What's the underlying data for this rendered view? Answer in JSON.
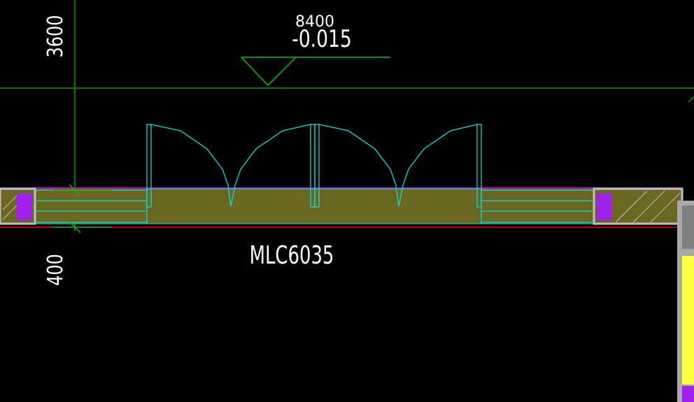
{
  "drawing": {
    "dimension_top": "8400",
    "level_mark": "-0.015",
    "dimension_left_upper": "3600",
    "dimension_left_lower": "400",
    "window_tag": "MLC6035"
  },
  "colors": {
    "background": "#000000",
    "axis_line": "#00a000",
    "dimension_green": "#00c800",
    "door_cyan": "#00e0e0",
    "wall_fill": "#6b6620",
    "wall_border": "#c0c0c0",
    "red_line": "#ff0000",
    "magenta_line": "#d000d0",
    "purple_block": "#a020f0",
    "yellow_bar": "#ffff40",
    "gray_panel": "#a8a8a8",
    "text": "#ffffff"
  }
}
